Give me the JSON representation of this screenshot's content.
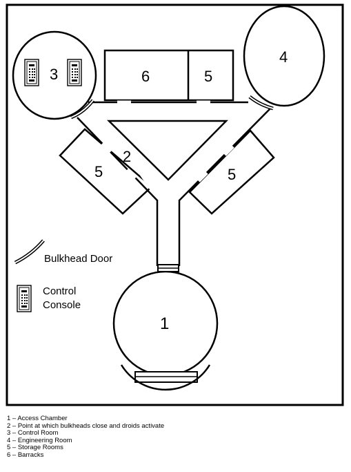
{
  "diagram": {
    "room_numbers": {
      "access_chamber": "1",
      "point_bulkheads": "2",
      "control_room": "3",
      "engineering_room": "4",
      "barracks": "6",
      "storage_top": "5",
      "storage_left": "5",
      "storage_right": "5"
    },
    "legend": {
      "bulkhead_door": "Bulkhead Door",
      "control_console_line1": "Control",
      "control_console_line2": "Console"
    }
  },
  "key": [
    "1 – Access Chamber",
    "2 – Point at which bulkheads close and droids activate",
    "3 – Control Room",
    "4 – Engineering Room",
    "5 – Storage Rooms",
    "6 – Barracks"
  ]
}
